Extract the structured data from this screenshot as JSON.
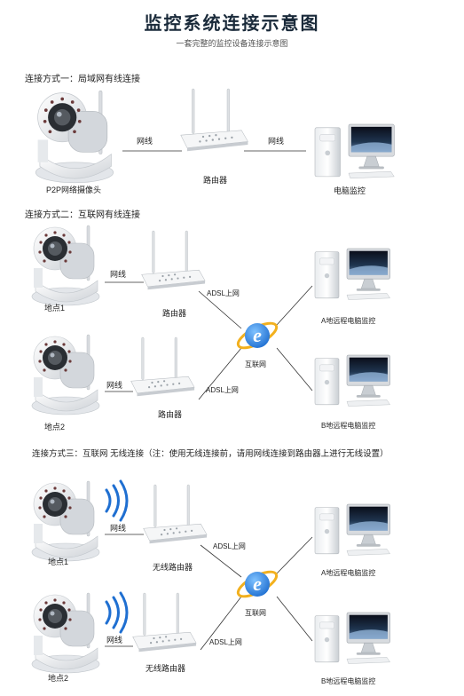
{
  "header": {
    "title": "监控系统连接示意图",
    "subtitle": "一套完整的监控设备连接示意图"
  },
  "section1": {
    "heading": "连接方式一：局域网有线连接",
    "camera_label": "P2P网络摄像头",
    "cable1": "网线",
    "cable2": "网线",
    "router_label": "路由器",
    "computer_label": "电脑监控"
  },
  "section2": {
    "heading": "连接方式二：互联网有线连接",
    "site1": "地点1",
    "site2": "地点2",
    "cable1": "网线",
    "cable2": "网线",
    "router1": "路由器",
    "router2": "路由器",
    "adsl1": "ADSL上网",
    "adsl2": "ADSL上网",
    "internet": "互联网",
    "pcA": "A地远程电脑监控",
    "pcB": "B地远程电脑监控"
  },
  "section3": {
    "heading": "连接方式三：互联网 无线连接（注：使用无线连接前，请用网线连接到路由器上进行无线设置）",
    "site1": "地点1",
    "site2": "地点2",
    "cable1": "网线",
    "cable2": "网线",
    "router1": "无线路由器",
    "router2": "无线路由器",
    "adsl1": "ADSL上网",
    "adsl2": "ADSL上网",
    "internet": "互联网",
    "pcA": "A地远程电脑监控",
    "pcB": "B地远程电脑监控"
  },
  "colors": {
    "ie_blue": "#1f6fd1",
    "ie_ring": "#f2b01e",
    "line": "#333333"
  }
}
